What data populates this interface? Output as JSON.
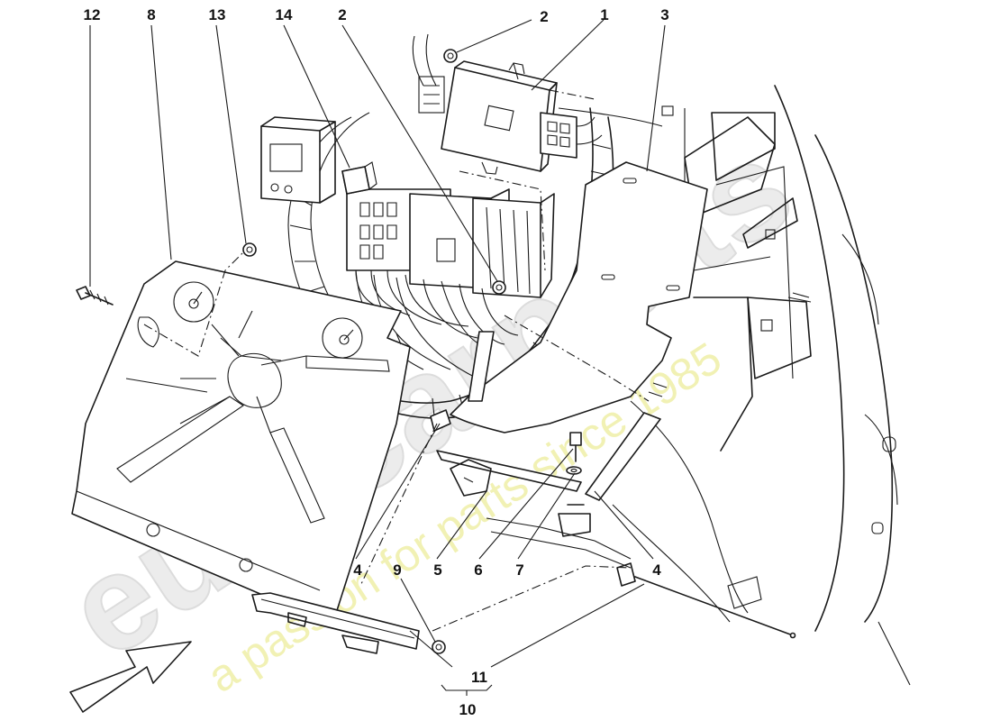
{
  "watermark": {
    "logo": "eurocarparts",
    "tagline": "a passion for parts since 1985"
  },
  "callouts": {
    "c12": "12",
    "c8": "8",
    "c13": "13",
    "c14": "14",
    "c2a": "2",
    "c2b": "2",
    "c1": "1",
    "c3": "3",
    "c4a": "4",
    "c9": "9",
    "c5": "5",
    "c6": "6",
    "c7": "7",
    "c4b": "4",
    "c11": "11",
    "c10": "10"
  }
}
